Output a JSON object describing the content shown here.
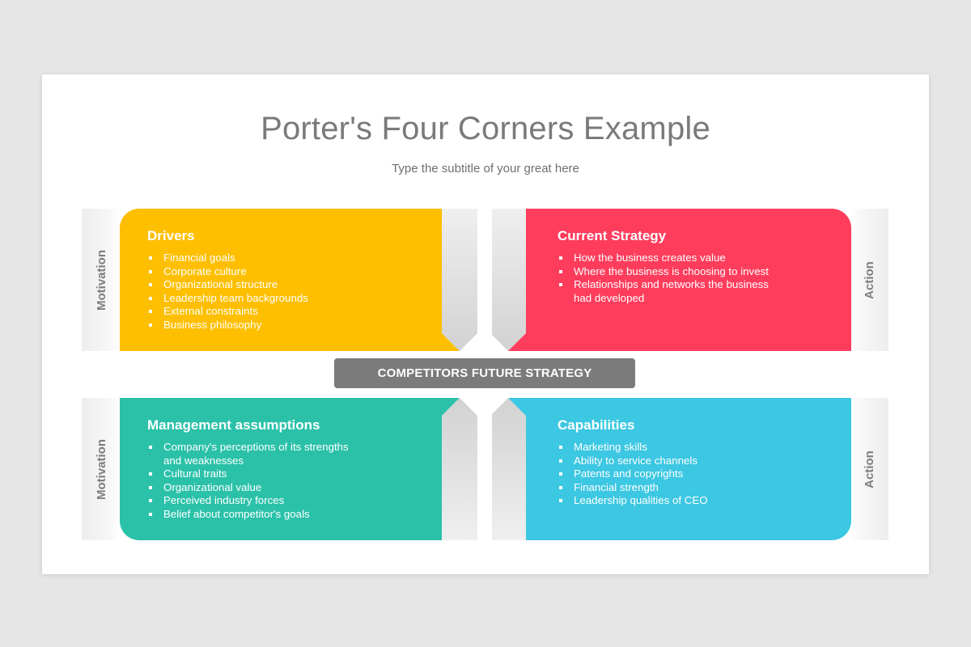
{
  "slide": {
    "title": "Porter's Four Corners Example",
    "subtitle": "Type the subtitle of your great here"
  },
  "side_labels": {
    "left_top": "Motivation",
    "left_bottom": "Motivation",
    "right_top": "Action",
    "right_bottom": "Action"
  },
  "center": {
    "label": "COMPETITORS FUTURE STRATEGY"
  },
  "quadrants": {
    "drivers": {
      "title": "Drivers",
      "color": "#fdbf00",
      "items": [
        "Financial goals",
        "Corporate culture",
        "Organizational structure",
        "Leadership team backgrounds",
        "External constraints",
        "Business philosophy"
      ]
    },
    "current_strategy": {
      "title": "Current Strategy",
      "color": "#fe3d5d",
      "items": [
        "How the business creates value",
        "Where the business is choosing to invest",
        "Relationships and networks the business\nhad developed"
      ]
    },
    "management_assumptions": {
      "title": "Management assumptions",
      "color": "#2bc1a9",
      "items": [
        "Company's perceptions of its strengths\nand weaknesses",
        "Cultural traits",
        " Organizational value",
        "Perceived industry forces",
        "Belief about competitor's goals"
      ]
    },
    "capabilities": {
      "title": "Capabilities",
      "color": "#3cc7e2",
      "items": [
        "Marketing skills",
        "Ability to service channels",
        "Patents and copyrights",
        "Financial strength",
        "Leadership qualities of CEO"
      ]
    }
  },
  "colors": {
    "arrow_gray": "#dedede",
    "background": "#e7e6e7",
    "center_bar": "#7b7b7b"
  }
}
